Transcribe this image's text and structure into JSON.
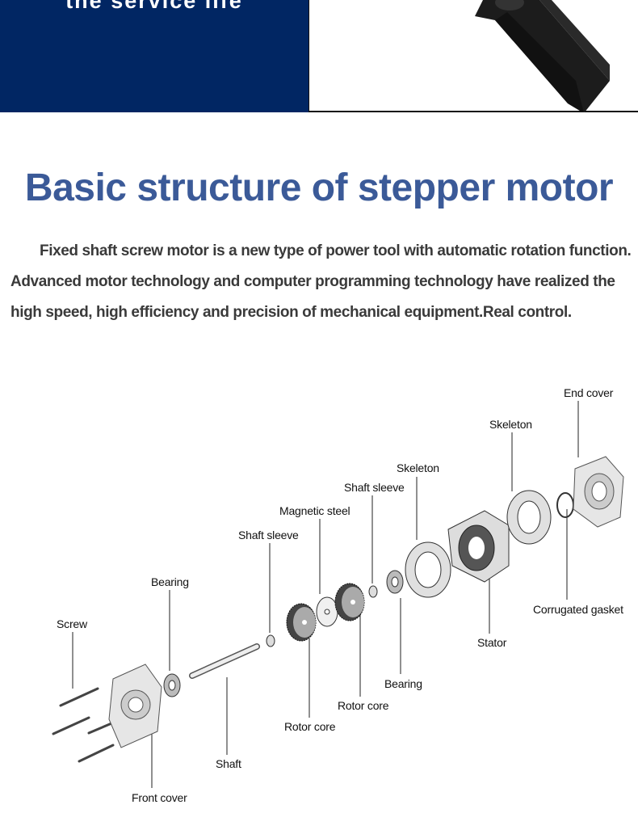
{
  "banner": {
    "text": "the service life",
    "color": "#012663"
  },
  "title": "Basic structure of stepper motor",
  "title_color": "#3b5a98",
  "description": {
    "line1": "Fixed shaft screw motor is a new type of power tool with automatic rotation function.",
    "line2": "Advanced motor technology and computer programming technology have realized the",
    "line3": "high speed, high efficiency and precision of mechanical equipment.Real control."
  },
  "diagram": {
    "labels": {
      "end_cover": "End cover",
      "skeleton_1": "Skeleton",
      "skeleton_2": "Skeleton",
      "shaft_sleeve_1": "Shaft sleeve",
      "magnetic_steel": "Magnetic steel",
      "shaft_sleeve_2": "Shaft sleeve",
      "bearing_1": "Bearing",
      "screw": "Screw",
      "corrugated_gasket": "Corrugated gasket",
      "stator": "Stator",
      "bearing_2": "Bearing",
      "rotor_core_1": "Rotor core",
      "rotor_core_2": "Rotor core",
      "shaft": "Shaft",
      "front_cover": "Front cover"
    }
  }
}
